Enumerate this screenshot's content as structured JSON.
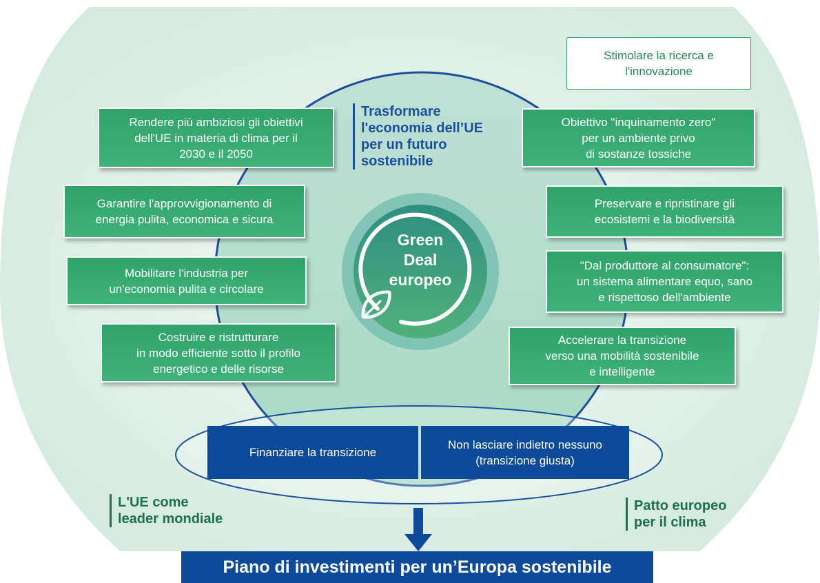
{
  "center": {
    "label": "Green\nDeal\neuropeo"
  },
  "top_heading": "Trasformare\nl'economia dell’UE\nper un futuro\nsostenibile",
  "left_items": [
    "Rendere più ambiziosi gli obiettivi\ndell'UE in materia di clima per il\n2030 e il 2050",
    "Garantire l'approvvigionamento di\nenergia pulita, economica e sicura",
    "Mobilitare l'industria per\nun'economia pulita e circolare",
    "Costruire e ristrutturare\nin modo efficiente sotto il profilo\nenergetico e delle risorse"
  ],
  "right_items": [
    "Obiettivo \"inquinamento zero\"\nper un ambiente privo\ndi sostanze tossiche",
    "Preservare e ripristinare gli\necosistemi e la biodiversità",
    "\"Dal produttore al consumatore\":\nun sistema alimentare equo, sano\ne rispettoso dell'ambiente",
    "Accelerare la transizione\nverso una mobilità sostenibile\ne intelligente"
  ],
  "research_box": "Stimolare la ricerca e\nl'innovazione",
  "bottom_boxes": {
    "finance": "Finanziare la transizione",
    "just_transition": "Non lasciare indietro nessuno\n(transizione giusta)"
  },
  "left_bottom_heading": "L'UE come\nleader mondiale",
  "right_bottom_heading": "Patto europeo\nper il clima",
  "banner": "Piano di investimenti per un’Europa sostenibile",
  "colors": {
    "green": "#2fa36a",
    "dark_blue": "#0d4b9a",
    "heading_blue": "#1a4f9c",
    "heading_green": "#1e6f52",
    "background_tint": "#e3f2ea"
  }
}
